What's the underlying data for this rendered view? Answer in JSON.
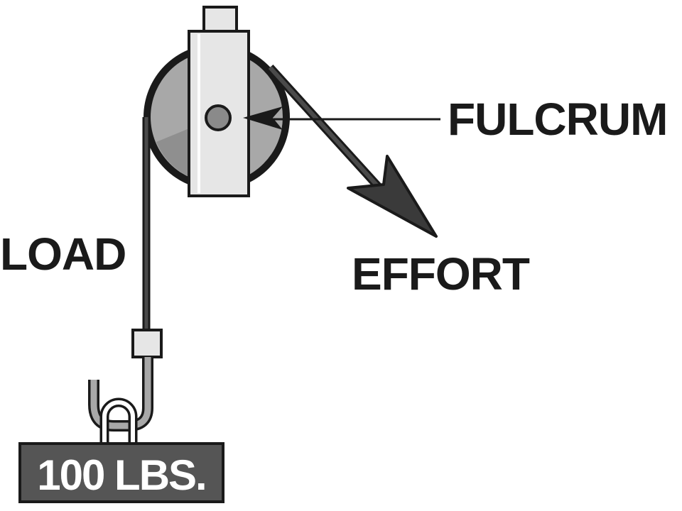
{
  "labels": {
    "fulcrum": "FULCRUM",
    "load": "LOAD",
    "effort": "EFFORT",
    "weight": "100 LBS."
  },
  "colors": {
    "outline": "#1a1a1a",
    "wheel": "#a8a8a8",
    "wheel_shadow": "#808080",
    "bracket": "#e6e6e6",
    "rope": "#3a3a3a",
    "weight_block": "#555555",
    "axle": "#8a8a8a"
  }
}
